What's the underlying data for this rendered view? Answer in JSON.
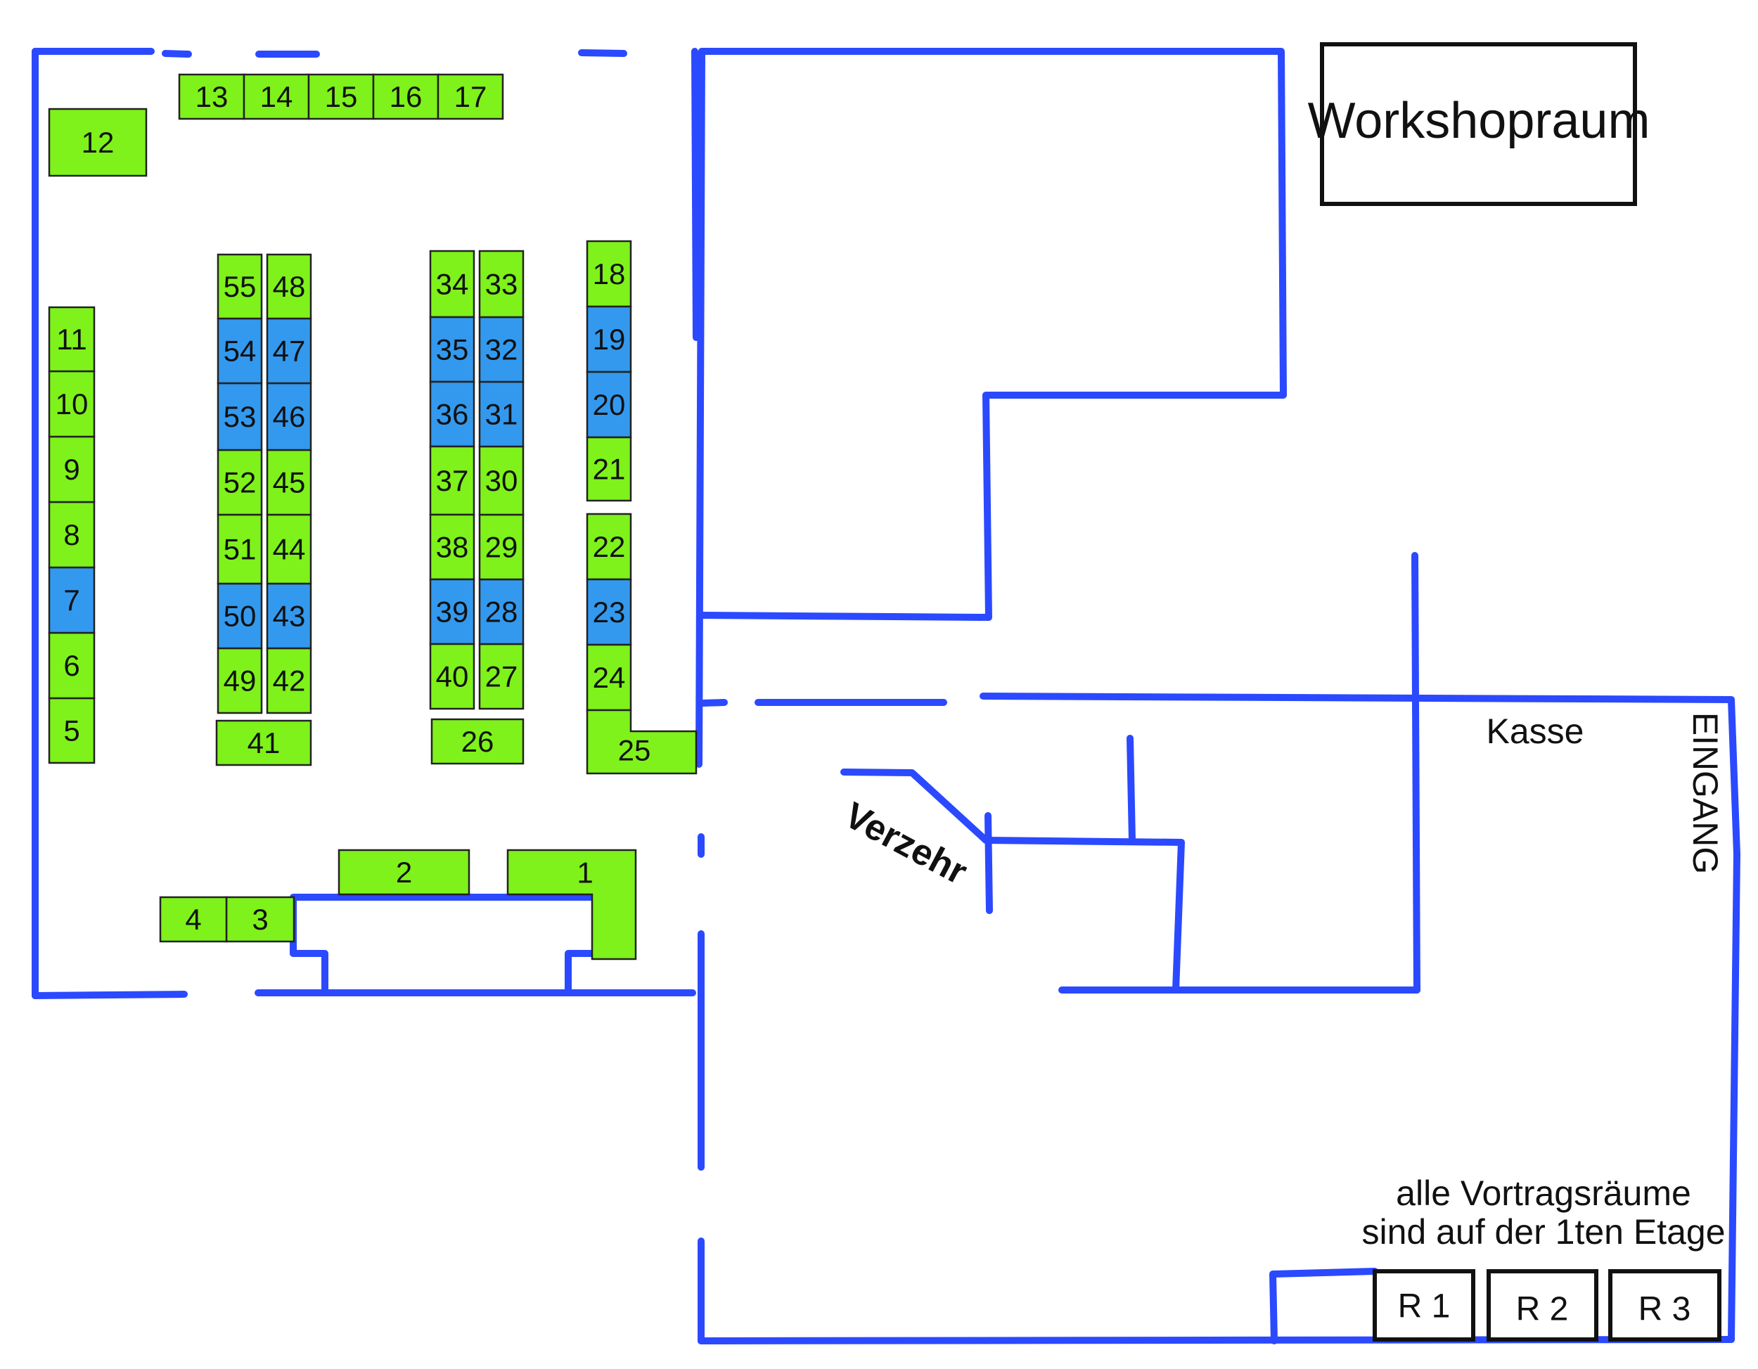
{
  "colors": {
    "wall": "#2b49ff",
    "booth_green": "#7ef21a",
    "booth_blue": "#3399ee",
    "outline": "#111111"
  },
  "booths": [
    {
      "label": "1",
      "color": "green"
    },
    {
      "label": "2",
      "color": "green"
    },
    {
      "label": "3",
      "color": "green"
    },
    {
      "label": "4",
      "color": "green"
    },
    {
      "label": "5",
      "color": "green"
    },
    {
      "label": "6",
      "color": "green"
    },
    {
      "label": "7",
      "color": "blue"
    },
    {
      "label": "8",
      "color": "green"
    },
    {
      "label": "9",
      "color": "green"
    },
    {
      "label": "10",
      "color": "green"
    },
    {
      "label": "11",
      "color": "green"
    },
    {
      "label": "12",
      "color": "green"
    },
    {
      "label": "13",
      "color": "green"
    },
    {
      "label": "14",
      "color": "green"
    },
    {
      "label": "15",
      "color": "green"
    },
    {
      "label": "16",
      "color": "green"
    },
    {
      "label": "17",
      "color": "green"
    },
    {
      "label": "18",
      "color": "green"
    },
    {
      "label": "19",
      "color": "blue"
    },
    {
      "label": "20",
      "color": "blue"
    },
    {
      "label": "21",
      "color": "green"
    },
    {
      "label": "22",
      "color": "green"
    },
    {
      "label": "23",
      "color": "blue"
    },
    {
      "label": "24",
      "color": "green"
    },
    {
      "label": "25",
      "color": "green"
    },
    {
      "label": "26",
      "color": "green"
    },
    {
      "label": "27",
      "color": "green"
    },
    {
      "label": "28",
      "color": "blue"
    },
    {
      "label": "29",
      "color": "green"
    },
    {
      "label": "30",
      "color": "green"
    },
    {
      "label": "31",
      "color": "blue"
    },
    {
      "label": "32",
      "color": "blue"
    },
    {
      "label": "33",
      "color": "green"
    },
    {
      "label": "34",
      "color": "green"
    },
    {
      "label": "35",
      "color": "blue"
    },
    {
      "label": "36",
      "color": "blue"
    },
    {
      "label": "37",
      "color": "green"
    },
    {
      "label": "38",
      "color": "green"
    },
    {
      "label": "39",
      "color": "blue"
    },
    {
      "label": "40",
      "color": "green"
    },
    {
      "label": "41",
      "color": "green"
    },
    {
      "label": "42",
      "color": "green"
    },
    {
      "label": "43",
      "color": "blue"
    },
    {
      "label": "44",
      "color": "green"
    },
    {
      "label": "45",
      "color": "green"
    },
    {
      "label": "46",
      "color": "blue"
    },
    {
      "label": "47",
      "color": "blue"
    },
    {
      "label": "48",
      "color": "green"
    },
    {
      "label": "49",
      "color": "green"
    },
    {
      "label": "50",
      "color": "blue"
    },
    {
      "label": "51",
      "color": "green"
    },
    {
      "label": "52",
      "color": "green"
    },
    {
      "label": "53",
      "color": "blue"
    },
    {
      "label": "54",
      "color": "blue"
    },
    {
      "label": "55",
      "color": "green"
    }
  ],
  "labels": {
    "workshop": "Workshopraum",
    "kasse": "Kasse",
    "eingang": "EINGANG",
    "verzehr": "Verzehr",
    "note_line1": "alle Vortragsräume",
    "note_line2": "sind auf der 1ten Etage"
  },
  "rooms": [
    "R 1",
    "R 2",
    "R 3"
  ]
}
